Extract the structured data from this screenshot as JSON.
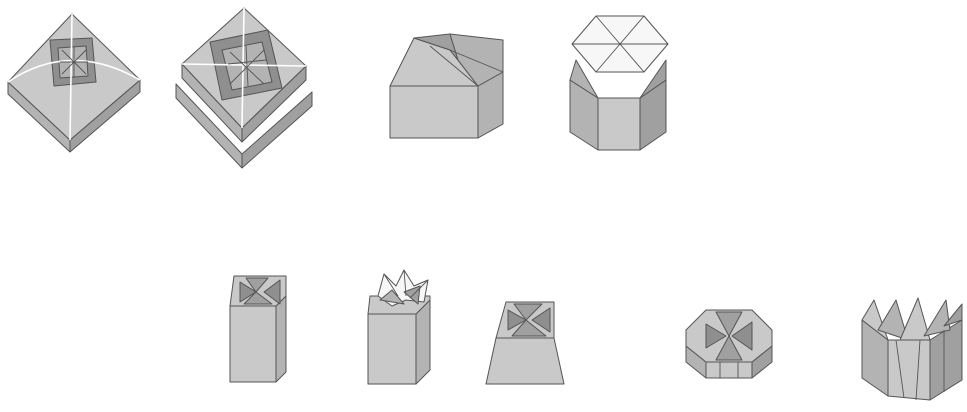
{
  "figure": {
    "title": "",
    "labels": [],
    "models": [
      {
        "name": "box-with-lid-pyramid",
        "row": 1
      },
      {
        "name": "box-with-lid-on-base",
        "row": 1
      },
      {
        "name": "square-box-twist-top",
        "row": 1
      },
      {
        "name": "hexagonal-box-open-top",
        "row": 1
      },
      {
        "name": "square-box-pinwheel-top",
        "row": 2
      },
      {
        "name": "square-box-flower-top",
        "row": 2
      },
      {
        "name": "tapered-box-pinwheel-top",
        "row": 2
      },
      {
        "name": "octagonal-box-pinwheel-top",
        "row": 2
      },
      {
        "name": "crown-box",
        "row": 2
      }
    ],
    "colors": {
      "paper": "#c9c9c9",
      "shade": "#a0a0a0",
      "inside": "#f7f7f7",
      "edge": "#555555"
    }
  }
}
